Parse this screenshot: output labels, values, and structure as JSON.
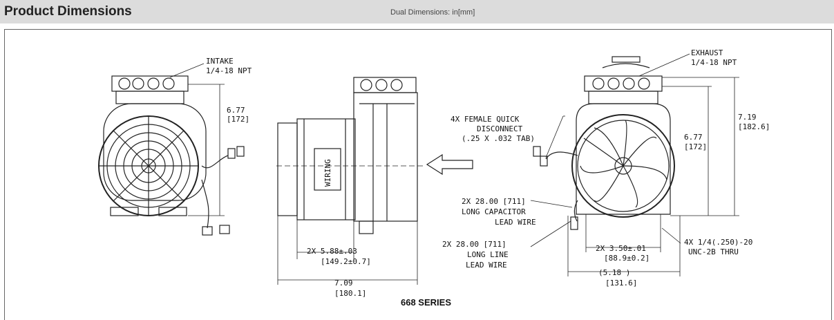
{
  "header": {
    "title": "Product Dimensions",
    "subtitle": "Dual Dimensions: in[mm]"
  },
  "labels": {
    "intake_1": "INTAKE",
    "intake_2": "1/4-18 NPT",
    "h_left_1": "6.77",
    "h_left_2": "[172]",
    "wiring": "WIRING",
    "side_w_1": "2X 5.88±.03",
    "side_w_2": "[149.2±0.7]",
    "overall_1": "7.09",
    "overall_2": "[180.1]",
    "quick_1": "4X FEMALE QUICK",
    "quick_2": "DISCONNECT",
    "quick_3": "(.25 X .032 TAB)",
    "cap_1": "2X 28.00 [711]",
    "cap_2": "LONG CAPACITOR",
    "cap_3": "LEAD WIRE",
    "line_1": "2X 28.00 [711]",
    "line_2": "LONG LINE",
    "line_3": "LEAD WIRE",
    "exhaust_1": "EXHAUST",
    "exhaust_2": "1/4-18 NPT",
    "h_right_a1": "7.19",
    "h_right_a2": "[182.6]",
    "h_right_b1": "6.77",
    "h_right_b2": "[172]",
    "holes_1": "2X 3.50±.01",
    "holes_2": "[88.9±0.2]",
    "bolt_1": "4X 1/4(.250)-20",
    "bolt_2": "UNC-2B THRU",
    "base_1": "(5.18 )",
    "base_2": "[131.6]"
  },
  "caption": "668 SERIES"
}
